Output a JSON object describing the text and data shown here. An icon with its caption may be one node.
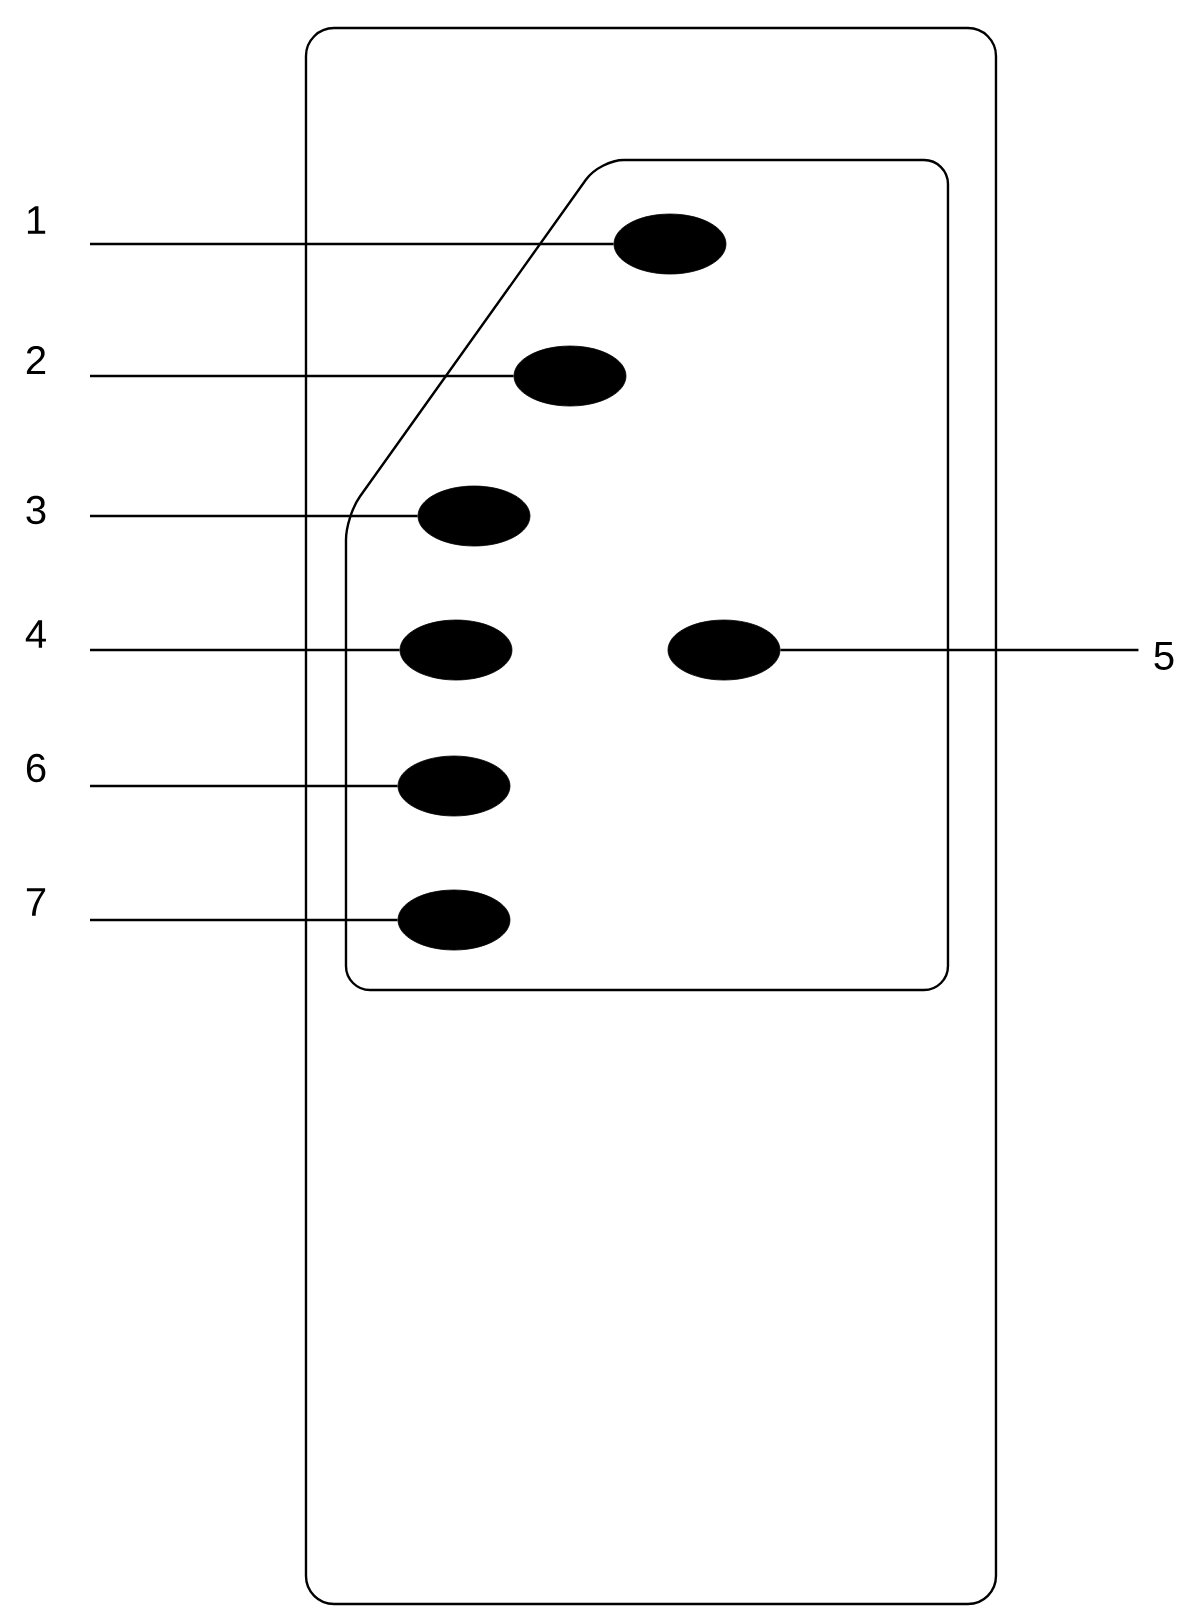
{
  "diagram": {
    "nodes": [
      {
        "text": [
          "1"
        ]
      },
      {
        "text": [
          "2"
        ]
      },
      {
        "text": [
          "3"
        ]
      },
      {
        "text": [
          "4"
        ]
      },
      {
        "text": [
          "5"
        ]
      },
      {
        "text": [
          "6"
        ]
      },
      {
        "text": [
          "7"
        ]
      },
      {
        "text": [],
        "shape": "ellipse"
      },
      {
        "text": [],
        "shape": "ellipse"
      },
      {
        "text": [],
        "shape": "ellipse"
      },
      {
        "text": [],
        "shape": "ellipse"
      },
      {
        "text": [],
        "shape": "ellipse"
      },
      {
        "text": [],
        "shape": "ellipse"
      },
      {
        "text": [],
        "shape": "ellipse"
      }
    ],
    "edges": [
      {
        "from": 0,
        "to": 7,
        "arrow": "none"
      },
      {
        "from": 1,
        "to": 8,
        "arrow": "none"
      },
      {
        "from": 2,
        "to": 9,
        "arrow": "none"
      },
      {
        "from": 3,
        "to": 10,
        "arrow": "none"
      },
      {
        "from": 4,
        "to": 11,
        "arrow": "none"
      },
      {
        "from": 5,
        "to": 12,
        "arrow": "none"
      },
      {
        "from": 6,
        "to": 13,
        "arrow": "none"
      }
    ]
  }
}
